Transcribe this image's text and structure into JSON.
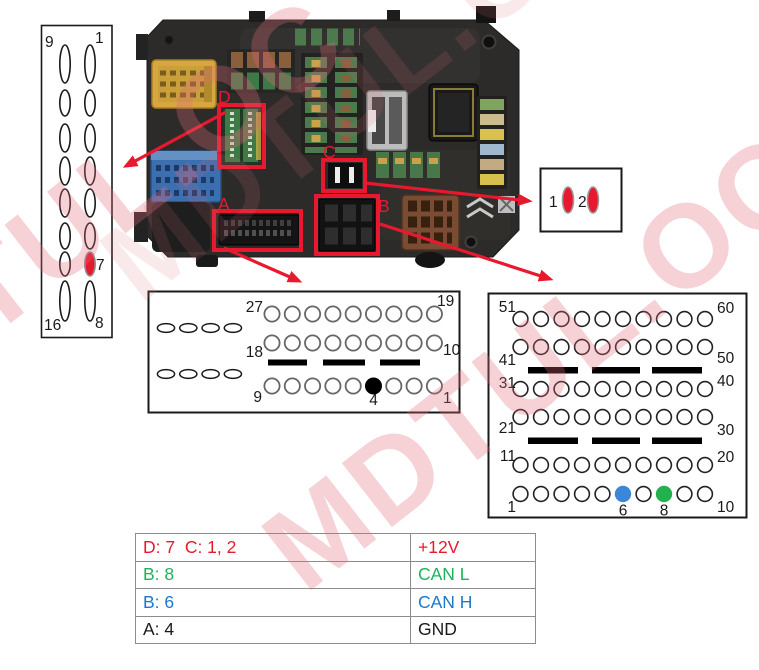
{
  "palette": {
    "annotation_red": "#e8192e",
    "can_l_green": "#1cb35c",
    "can_h_blue": "#1d78cc",
    "pin_blue": "#3c86d8",
    "pin_green": "#22b14c",
    "gnd_black": "#1a1a1a",
    "watermark_pink": "#e06a79"
  },
  "module_photo": {
    "labels": {
      "a": "A",
      "b": "B",
      "c": "C",
      "d": "D"
    }
  },
  "connector_d16": {
    "rows": 8,
    "columns": 2,
    "corner_labels": {
      "top_left": "9",
      "top_right": "1",
      "bottom_left": "16",
      "bottom_right": "8"
    },
    "highlight": {
      "label": "7",
      "column": "right",
      "row_index": 6,
      "color_key": "annotation_red"
    }
  },
  "connector_c2": {
    "pin_color_key": "annotation_red",
    "pins": [
      {
        "label": "1"
      },
      {
        "label": "2"
      }
    ]
  },
  "connector_a": {
    "left_blade_rows": 2,
    "left_blades_per_row": 4,
    "pin_rows": [
      {
        "left_label": "27",
        "right_label": "19",
        "count": 9
      },
      {
        "left_label": "18",
        "right_label": "10",
        "count": 9
      },
      {
        "left_label": "9",
        "right_label": "1",
        "count": 9,
        "filled": {
          "index": 5,
          "label": "4",
          "color": "#000000"
        }
      }
    ]
  },
  "connector_b": {
    "pin_rows": [
      {
        "left_label": "51",
        "right_label": "60",
        "count": 10
      },
      {
        "left_label": "41",
        "right_label": "50",
        "count": 10
      },
      {
        "left_label": "31",
        "right_label": "40",
        "count": 10
      },
      {
        "left_label": "21",
        "right_label": "30",
        "count": 10
      },
      {
        "left_label": "11",
        "right_label": "20",
        "count": 10
      },
      {
        "left_label": "1",
        "right_label": "10",
        "count": 10,
        "filled": [
          {
            "index": 5,
            "label": "6",
            "color_key": "pin_blue"
          },
          {
            "index": 7,
            "label": "8",
            "color_key": "pin_green"
          }
        ]
      }
    ]
  },
  "signal_table": {
    "rows": [
      {
        "pins": "D: 7  C: 1, 2",
        "signal": "+12V",
        "color_key": "annotation_red"
      },
      {
        "pins": "B: 8",
        "signal": "CAN L",
        "color_key": "can_l_green"
      },
      {
        "pins": "B: 6",
        "signal": "CAN H",
        "color_key": "can_h_blue"
      },
      {
        "pins": "A: 4",
        "signal": "GND",
        "color_key": "gnd_black"
      }
    ]
  },
  "watermark": {
    "text": "MDTUL.OC"
  }
}
